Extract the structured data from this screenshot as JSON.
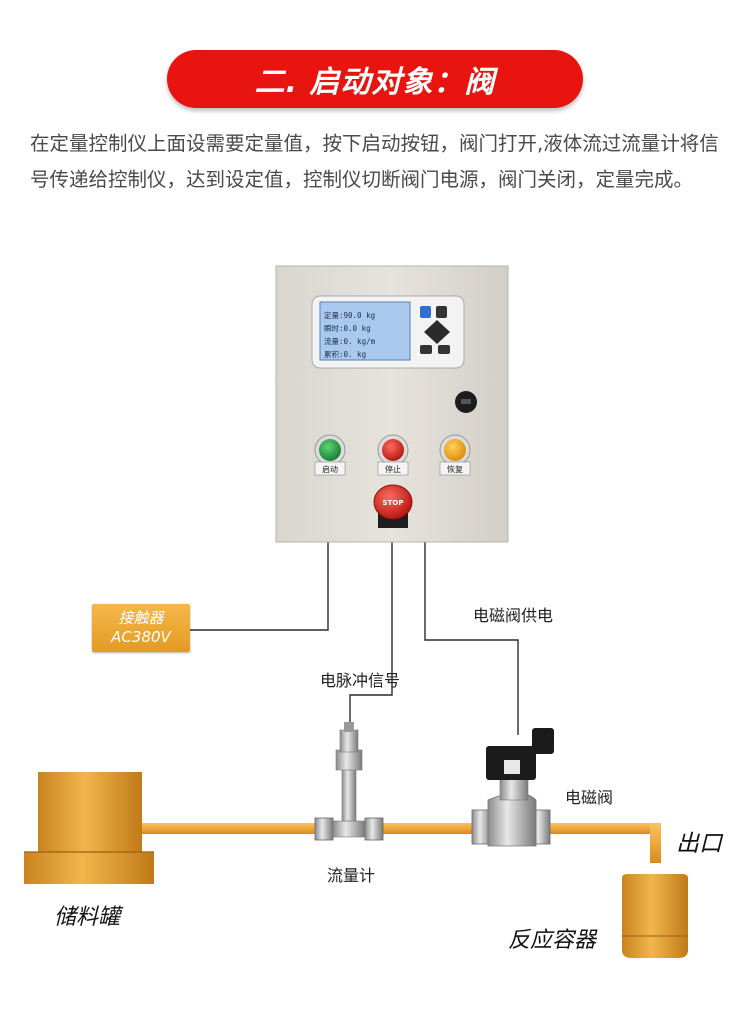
{
  "header": {
    "title": "二. 启动对象：阀"
  },
  "description": "在定量控制仪上面设需要定量值，按下启动按钮，阀门打开,液体流过流量计将信号传递给控制仪，达到设定值，控制仪切断阀门电源，阀门关闭，定量完成。",
  "control_panel": {
    "display_lines": [
      "定量:90.0 kg",
      "瞬时:0.0 kg",
      "流量:0. kg/m",
      "累积:0. kg"
    ],
    "buttons": [
      {
        "label": "启动",
        "color": "#1f9a3c"
      },
      {
        "label": "停止",
        "color": "#d8241c"
      },
      {
        "label": "恢复",
        "color": "#f0a616"
      }
    ],
    "estop_label": "STOP"
  },
  "contactor": {
    "line1": "接触器",
    "line2": "AC380V"
  },
  "labels": {
    "valve_power": "电磁阀供电",
    "pulse_signal": "电脉冲信号",
    "solenoid_valve": "电磁阀",
    "flowmeter": "流量计",
    "outlet": "出口",
    "storage_tank": "储料罐",
    "reactor": "反应容器"
  },
  "colors": {
    "accent": "#e8140f",
    "pipe": "#f0a83a",
    "tank": "#d99530"
  }
}
